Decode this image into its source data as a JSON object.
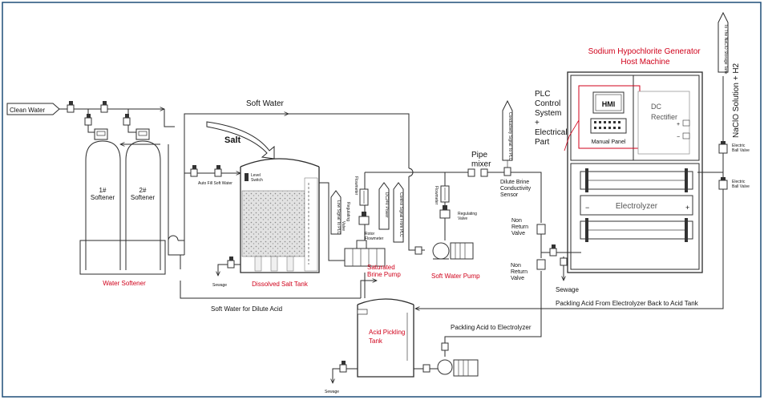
{
  "colors": {
    "line": "#2b2b2b",
    "label": "#111111",
    "highlight": "#d0021b",
    "frame": "#1f4e79",
    "salt_fill": "#d9d9d9"
  },
  "inlet": {
    "clean_water": "Clean Water"
  },
  "softener": {
    "unit1": "1#\nSoftener",
    "unit2": "2#\nSoftener",
    "group": "Water Softener"
  },
  "lines": {
    "soft_water": "Soft Water",
    "salt": "Salt",
    "auto_fill": "Auto Fill Soft Water",
    "soft_water_acid": "Soft Water for Dilute Acid",
    "pickling_to_electrolyzer": "Packling Acid to Electrolyzer",
    "pickling_back": "Packling Acid From Electrolyzer Back to Acid Tank"
  },
  "salt_tank": {
    "title": "Dissolved Salt Tank",
    "level_switch": "Level\nSwitch",
    "sewage": "Sewage"
  },
  "brine": {
    "rotor_flowmeter": "Rotor\nFlowmeter",
    "flowmeter": "Flowmeter",
    "regulating_valve": "Regulating\nValve",
    "dc_mains": "DC24V Power",
    "low_signal": "Low Signal To PLC",
    "control_signal": "Control Signal From PLC",
    "pump": "Saturated\nBrine Pump"
  },
  "soft_water_pump": {
    "title": "Soft Water Pump",
    "flowmeter": "Flowmeter",
    "regulating_valve": "Regulating\nValve"
  },
  "mixer": {
    "pipe_mixer": "Pipe\nmixer",
    "conductivity_signal": "Conductivity Signal To PLC",
    "sensor": "Dilute Brine\nConductivity\nSensor"
  },
  "valves": {
    "non_return_1": "Non\nReturn\nValve",
    "non_return_2": "Non\nReturn\nValve",
    "sewage": "Sewage"
  },
  "acid_tank": {
    "title": "Acid Pickling\nTank",
    "sewage": "Sewage"
  },
  "host": {
    "title": "Sodium Hypochlorite Generator\nHost Machine",
    "plc": "PLC\nControl\nSystem\n+\nElectrical\nPart",
    "hmi": "HMI",
    "manual_panel": "Manual Panel",
    "rectifier": "DC\nRectifier",
    "electrolyzer": "Electrolyzer"
  },
  "outlet": {
    "storage_tank": "To The NaClO Storage Tank",
    "solution": "NaClO Solution + H2",
    "ball_valve_1": "Electric\nBall Valve",
    "ball_valve_2": "Electric\nBall Valve"
  }
}
